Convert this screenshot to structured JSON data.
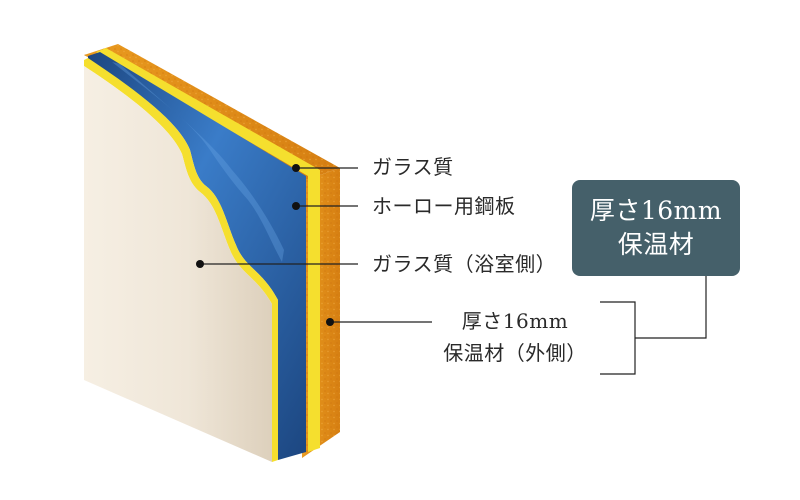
{
  "labels": {
    "glass_outer": "ガラス質",
    "enamel_steel": "ホーロー用鋼板",
    "glass_bath": "ガラス質（浴室側）",
    "insulation_line1": "厚さ16mm",
    "insulation_line2": "保温材（外側）"
  },
  "callout": {
    "line1": "厚さ16mm",
    "line2": "保温材"
  },
  "colors": {
    "cream_face": "#efe6d8",
    "cream_shadow": "#d9ccb8",
    "steel_blue": "#2e6cb8",
    "steel_blue_dark": "#1c4680",
    "glass_yellow": "#f5df2e",
    "insulation_orange": "#e99a1f",
    "insulation_orange_dark": "#d67f12",
    "callout_bg": "#45606a",
    "leader_line": "#222222"
  }
}
